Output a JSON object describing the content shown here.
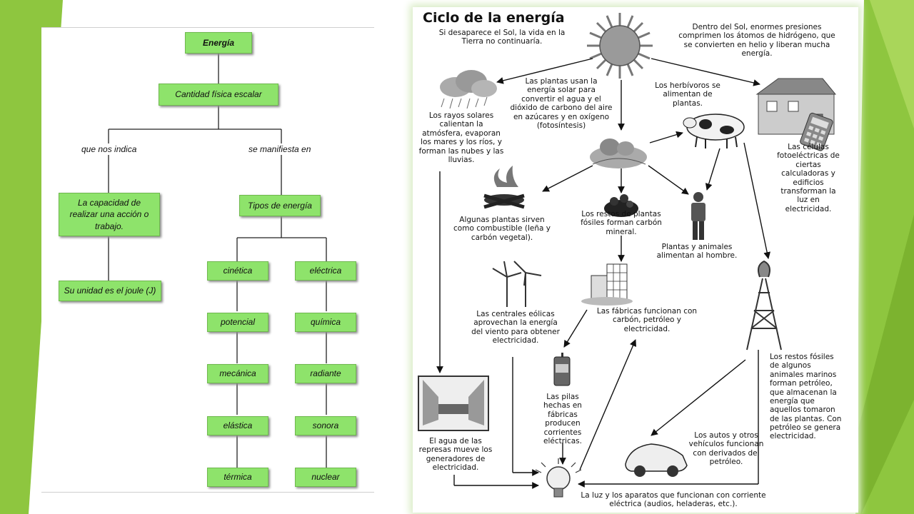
{
  "colors": {
    "accent_green": "#8ec63f",
    "node_fill": "#8ee36b",
    "background": "#ffffff"
  },
  "concept_map": {
    "root": "Energía",
    "definition": "Cantidad física escalar",
    "link_left": "que nos indica",
    "link_right": "se manifiesta en",
    "capacity": "La capacidad de realizar una acción o trabajo.",
    "unit": "Su unidad es el joule (J)",
    "types_title": "Tipos de energía",
    "types_left": [
      "cinética",
      "potencial",
      "mecánica",
      "elástica",
      "térmica"
    ],
    "types_right": [
      "eléctrica",
      "química",
      "radiante",
      "sonora",
      "nuclear"
    ]
  },
  "cycle": {
    "title": "Ciclo de la energía",
    "intro": "Si desaparece el Sol, la vida en la Tierra no continuaría.",
    "sun_text": "Dentro del Sol, enormes presiones comprimen los átomos de hidrógeno, que se convierten en helio y liberan mucha energía.",
    "rays_text": "Los rayos solares calientan la atmósfera, evaporan los mares y los ríos, y forman las nubes y las lluvias.",
    "plants_text": "Las plantas usan la energía solar para convertir el agua y el dióxido de carbono del aire en azúcares y en oxígeno (fotosíntesis)",
    "herbivores_text": "Los herbívoros se alimentan de plantas.",
    "cells_text": "Las células fotoeléctricas de ciertas calculadoras y edificios transforman la luz en electricidad.",
    "fuel_text": "Algunas plantas sirven como combustible (leña y carbón vegetal).",
    "fossil_plants_text": "Los restos de plantas fósiles forman carbón mineral.",
    "humans_text": "Plantas y animales alimentan al hombre.",
    "wind_text": "Las centrales eólicas aprovechan la energía del viento para obtener electricidad.",
    "factories_text": "Las fábricas funcionan con carbón, petróleo y electricidad.",
    "fossil_animals_text": "Los restos fósiles de algunos animales marinos forman petróleo, que almacenan la energía que aquellos tomaron de las plantas. Con petróleo se genera electricidad.",
    "batteries_text": "Las pilas hechas en fábricas producen corrientes eléctricas.",
    "dams_text": "El agua de las represas mueve los generadores de electricidad.",
    "cars_text": "Los autos y otros vehículos funcionan con derivados del petróleo.",
    "light_text": "La luz y los aparatos que funcionan con corriente eléctrica (audios, heladeras, etc.)."
  }
}
